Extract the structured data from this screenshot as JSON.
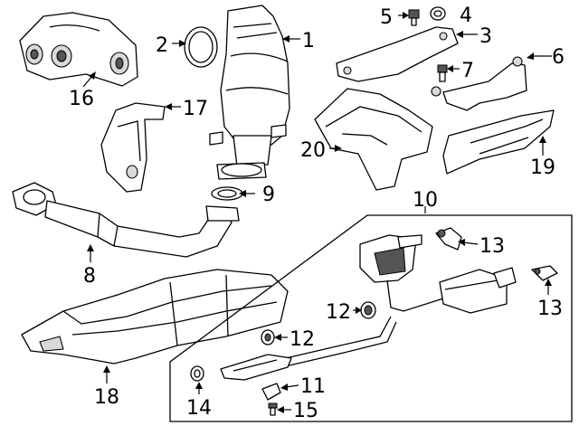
{
  "callouts": {
    "c1": "1",
    "c2": "2",
    "c3": "3",
    "c4": "4",
    "c5": "5",
    "c6": "6",
    "c7": "7",
    "c8": "8",
    "c9": "9",
    "c10": "10",
    "c11": "11",
    "c12a": "12",
    "c12b": "12",
    "c13a": "13",
    "c13b": "13",
    "c14": "14",
    "c15": "15",
    "c16": "16",
    "c17": "17",
    "c18": "18",
    "c19": "19",
    "c20": "20"
  }
}
